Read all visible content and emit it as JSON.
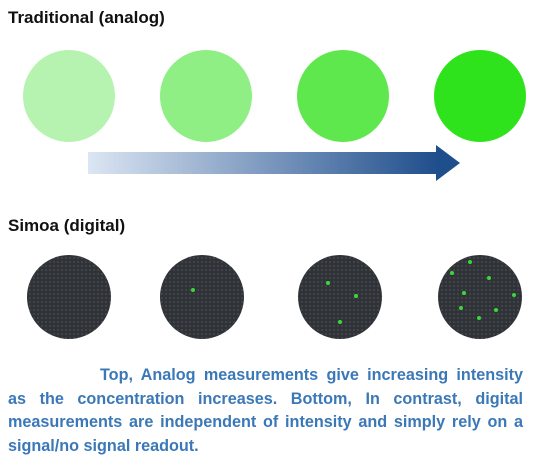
{
  "analog": {
    "title": "Traditional (analog)",
    "circle_colors": [
      "#b7f3b0",
      "#8fee84",
      "#5ee84e",
      "#2ee31c"
    ]
  },
  "arrow": {
    "color_start": "#dce6f3",
    "color_end": "#1f4e8c"
  },
  "digital": {
    "title": "Simoa (digital)",
    "well_color": "#2f3237",
    "signal_color": "#39d83a",
    "signal_spots_per_circle": [
      0,
      1,
      3,
      8
    ]
  },
  "caption": "Top, Analog measurements give increasing intensity as the concentration increases. Bottom, In contrast, digital measurements are independent of intensity and simply rely on a signal/no signal readout."
}
